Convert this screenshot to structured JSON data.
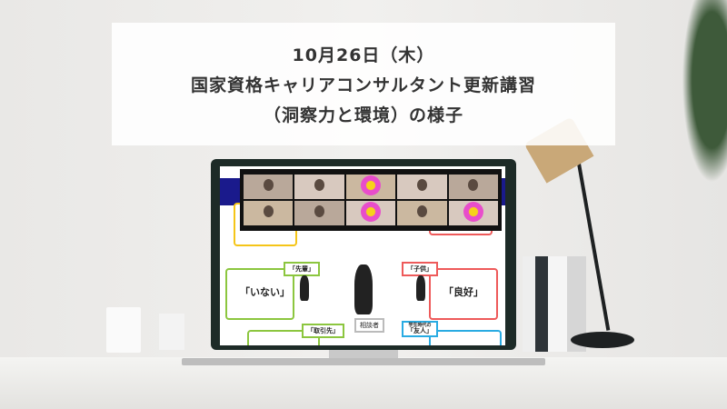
{
  "banner": {
    "line1": "10月26日（木）",
    "line2": "国家資格キャリアコンサルタント更新講習",
    "line3": "（洞察力と環境）の様子"
  },
  "screen": {
    "labels": {
      "senpai": "「先輩」",
      "kodomo": "「子供」",
      "torihikisaki": "「取引先」",
      "yujin_prefix": "学生時代の",
      "yujin": "「友人」",
      "center": "相談者"
    },
    "values": {
      "inai": "「いない」",
      "ryoukou": "「良好」"
    }
  },
  "colors": {
    "monitor": "#1d2b27",
    "banner_text": "#333333",
    "green": "#8cc63f",
    "red": "#ee5a5a",
    "blue": "#29abe2",
    "yellow": "#f5c518"
  }
}
